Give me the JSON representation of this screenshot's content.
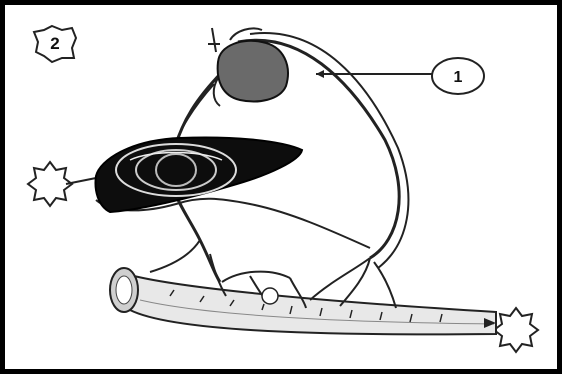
{
  "diagram": {
    "figure_number": "2",
    "callout_label": "1",
    "unlabeled_markers": [
      "left-star",
      "right-star"
    ],
    "colors": {
      "line": "#222222",
      "dark_organ": "#0d0d0d",
      "heart": "#6a6a6a",
      "background": "#ffffff"
    }
  }
}
